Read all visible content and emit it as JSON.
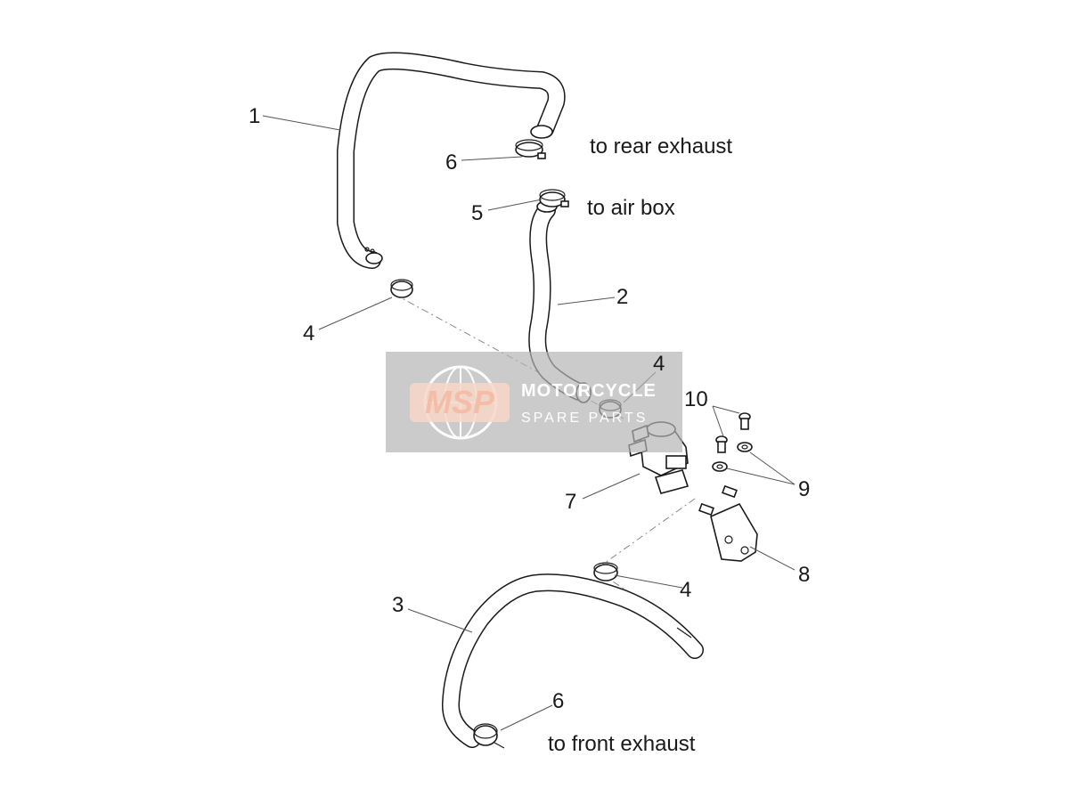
{
  "diagram": {
    "part_labels": {
      "p1": "1",
      "p2": "2",
      "p3": "3",
      "p4a": "4",
      "p4b": "4",
      "p4c": "4",
      "p5": "5",
      "p6a": "6",
      "p6b": "6",
      "p7": "7",
      "p8": "8",
      "p9": "9",
      "p10": "10"
    },
    "notes": {
      "rear_exhaust": "to rear exhaust",
      "air_box": "to air box",
      "front_exhaust": "to front exhaust"
    }
  },
  "watermark": {
    "logo": "MSP",
    "line1": "MOTORCYCLE",
    "line2": "SPARE PARTS"
  },
  "colors": {
    "line": "#1a1a1a",
    "watermark_bg": "#b3b3b3",
    "watermark_accent": "#f2b8a0"
  }
}
